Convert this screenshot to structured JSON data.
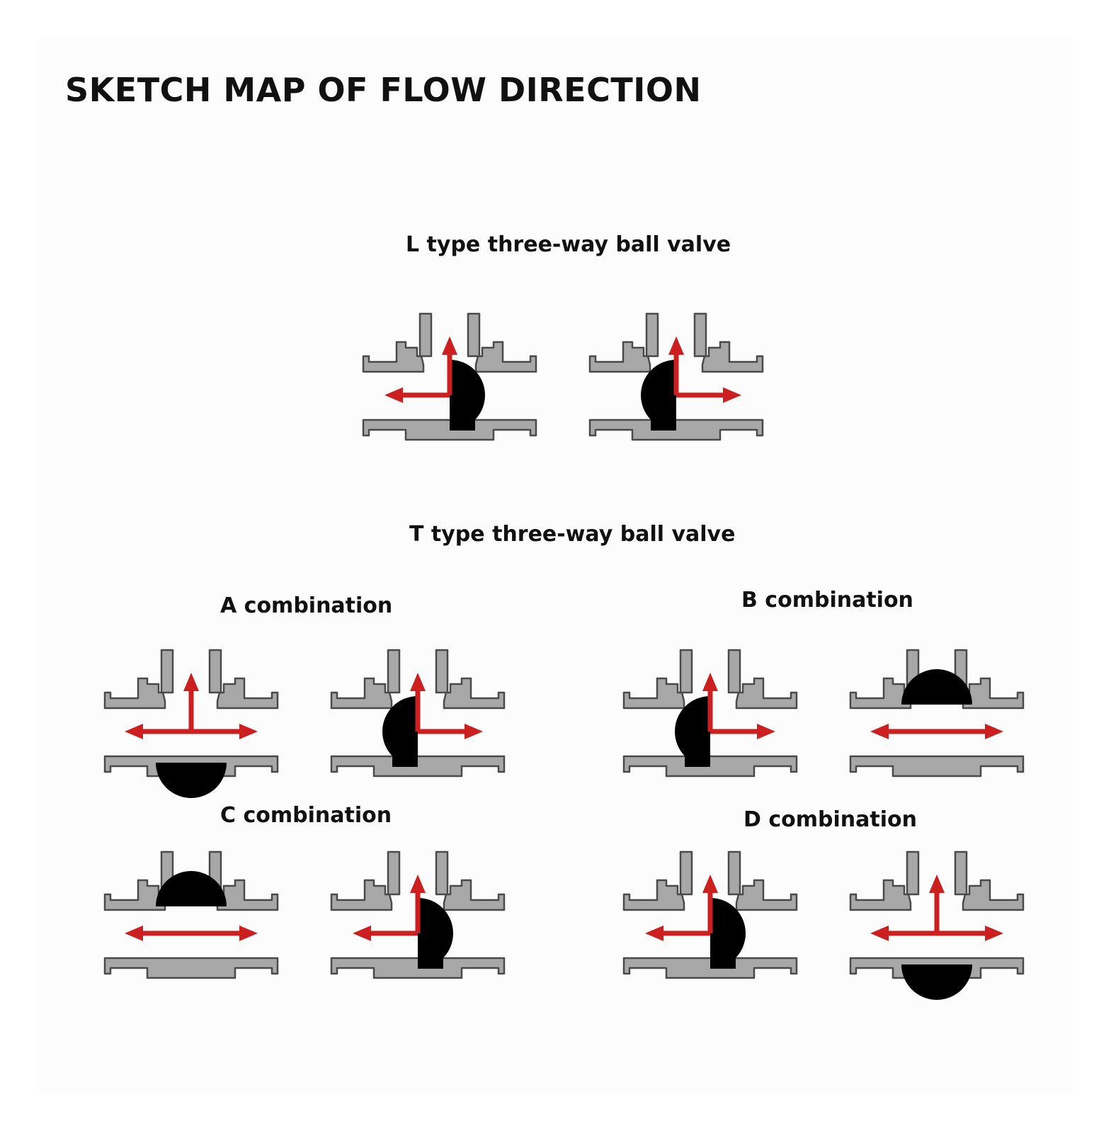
{
  "title": "SKETCH MAP OF FLOW DIRECTION",
  "sections": {
    "l_type": {
      "label": "L type three-way ball valve"
    },
    "t_type": {
      "label": "T type three-way ball valve"
    }
  },
  "combinations": {
    "a": "A combination",
    "b": "B combination",
    "c": "C combination",
    "d": "D combination"
  },
  "colors": {
    "valve_body": "#a8a8a8",
    "valve_outline": "#4a4a4a",
    "ball": "#000000",
    "arrow": "#cc1f1f"
  },
  "valves": [
    {
      "id": "L1",
      "group": "l_type",
      "ball": "right",
      "arrows": [
        "up",
        "left"
      ]
    },
    {
      "id": "L2",
      "group": "l_type",
      "ball": "left",
      "arrows": [
        "up",
        "right"
      ]
    },
    {
      "id": "A1",
      "group": "a",
      "ball": "bottom",
      "arrows": [
        "up",
        "left",
        "right"
      ]
    },
    {
      "id": "A2",
      "group": "a",
      "ball": "left",
      "arrows": [
        "up",
        "right"
      ]
    },
    {
      "id": "B1",
      "group": "b",
      "ball": "left",
      "arrows": [
        "up",
        "right"
      ]
    },
    {
      "id": "B2",
      "group": "b",
      "ball": "top",
      "arrows": [
        "left",
        "right"
      ]
    },
    {
      "id": "C1",
      "group": "c",
      "ball": "top",
      "arrows": [
        "left",
        "right"
      ]
    },
    {
      "id": "C2",
      "group": "c",
      "ball": "right",
      "arrows": [
        "up",
        "left"
      ]
    },
    {
      "id": "D1",
      "group": "d",
      "ball": "right",
      "arrows": [
        "up",
        "left"
      ]
    },
    {
      "id": "D2",
      "group": "d",
      "ball": "bottom",
      "arrows": [
        "up",
        "left",
        "right"
      ]
    }
  ]
}
